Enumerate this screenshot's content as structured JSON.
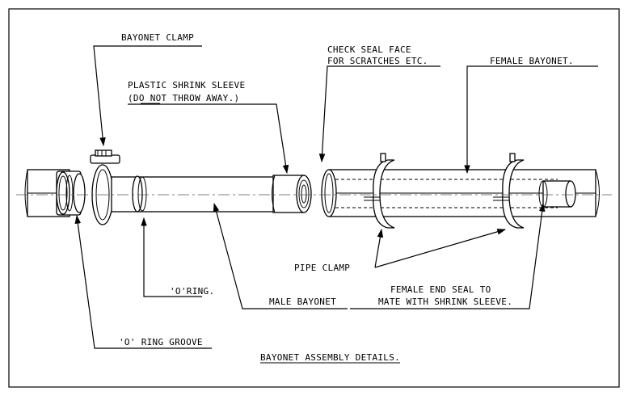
{
  "labels": {
    "bayonet_clamp": "BAYONET CLAMP",
    "shrink_sleeve_line1": "PLASTIC SHRINK SLEEVE",
    "shrink_sleeve_line2": "(DO NOT THROW AWAY.)",
    "check_seal_line1": "CHECK SEAL FACE",
    "check_seal_line2": "FOR SCRATCHES ETC.",
    "female_bayonet": "FEMALE BAYONET.",
    "pipe_clamp": "PIPE CLAMP",
    "o_ring": "'O'RING.",
    "male_bayonet": "MALE BAYONET",
    "female_end_seal_line1": "FEMALE END SEAL TO",
    "female_end_seal_line2": "MATE WITH SHRINK SLEEVE.",
    "o_ring_groove": "'O' RING GROOVE",
    "title": "BAYONET ASSEMBLY DETAILS."
  }
}
